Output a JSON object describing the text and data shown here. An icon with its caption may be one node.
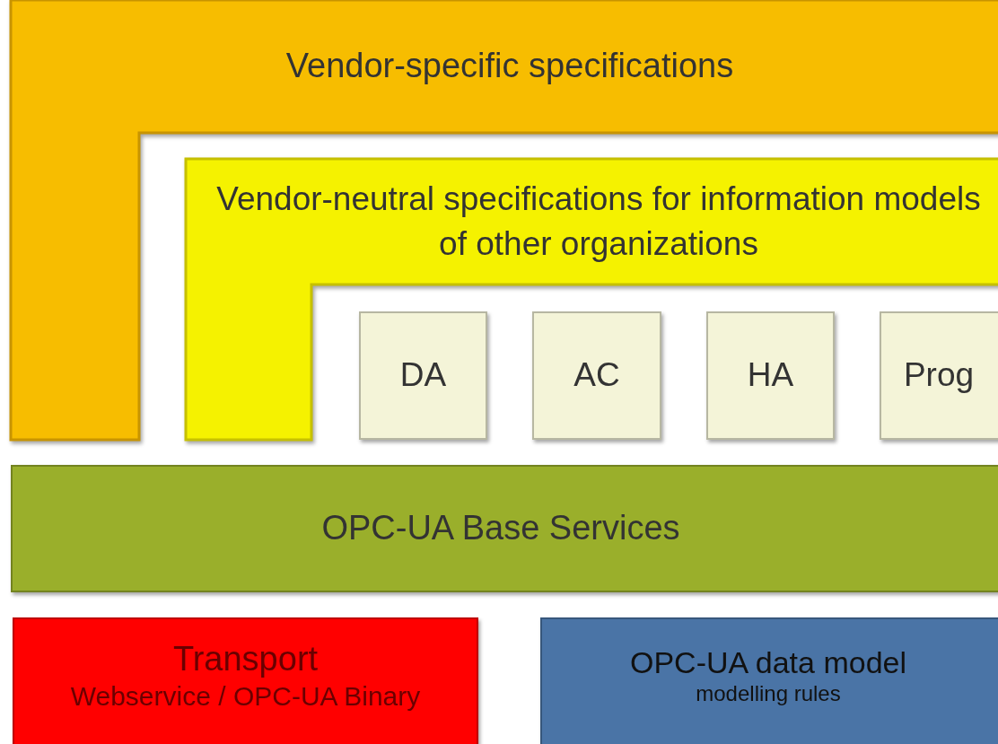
{
  "diagram": {
    "nodes": [
      {
        "text": [
          "Vendor-specific specifications"
        ]
      },
      {
        "text": [
          "Vendor-neutral specifications for information models of other organizations"
        ]
      },
      {
        "text": [
          "DA"
        ]
      },
      {
        "text": [
          "AC"
        ]
      },
      {
        "text": [
          "HA"
        ]
      },
      {
        "text": [
          "Prog"
        ]
      },
      {
        "text": [
          "OPC-UA Base Services"
        ]
      },
      {
        "text": [
          "Transport",
          "Webservice / OPC-UA Binary"
        ]
      },
      {
        "text": [
          "OPC-UA data model",
          "modelling rules"
        ]
      }
    ]
  }
}
